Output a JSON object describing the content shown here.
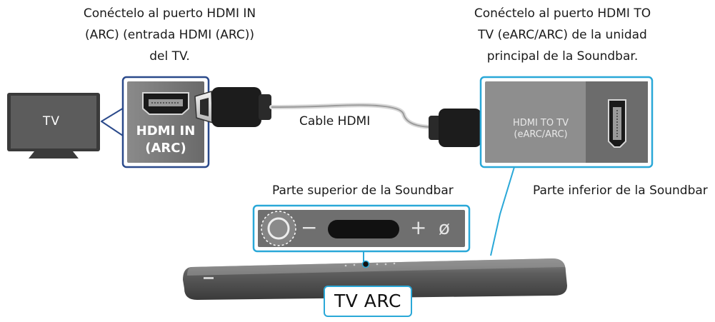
{
  "captions": {
    "tv_port": "Conéctelo al puerto HDMI IN\n(ARC) (entrada HDMI (ARC))\ndel TV.",
    "soundbar_port": "Conéctelo al puerto HDMI TO\nTV (eARC/ARC) de la unidad\nprincipal de la Soundbar."
  },
  "tv": {
    "label": "TV"
  },
  "tv_port": {
    "label": "HDMI IN\n(ARC)"
  },
  "cable": {
    "label": "Cable HDMI"
  },
  "soundbar_port": {
    "label": "HDMI TO TV\n(eARC/ARC)"
  },
  "labels": {
    "top": "Parte superior de la Soundbar",
    "bottom": "Parte inferior de la Soundbar"
  },
  "control_panel": {
    "minus": "−",
    "plus": "+",
    "mic_off": "ø"
  },
  "badge": {
    "label": "TV ARC"
  },
  "colors": {
    "accent_cyan": "#2aa8d8",
    "accent_navy": "#2b4a8b",
    "port_panel": "#6b6b6b",
    "dark": "#1c1c1c"
  }
}
